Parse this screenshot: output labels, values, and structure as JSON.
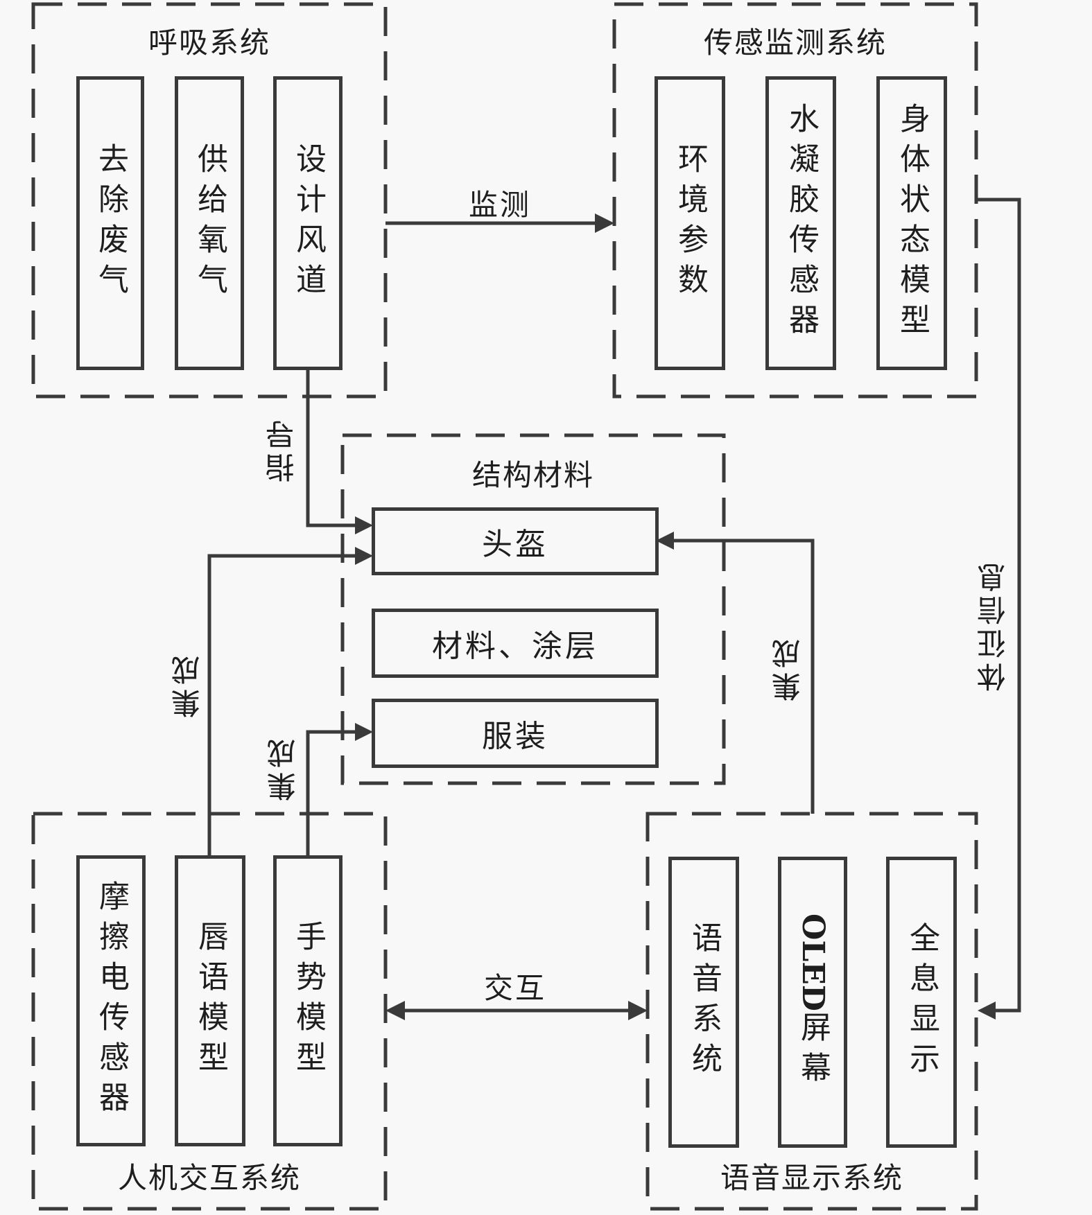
{
  "diagram": {
    "groups": {
      "respiratory": {
        "title": "呼吸系统",
        "items": [
          "去除废气",
          "供给氧气",
          "设计风道"
        ]
      },
      "sensing": {
        "title": "传感监测系统",
        "items": [
          "环境参数",
          "水凝胶传感器",
          "身体状态模型"
        ]
      },
      "structure": {
        "title": "结构材料",
        "items": [
          "头盔",
          "材料、涂层",
          "服装"
        ]
      },
      "hci": {
        "title": "人机交互系统",
        "items": [
          "摩擦电传感器",
          "唇语模型",
          "手势模型"
        ]
      },
      "voice_display": {
        "title": "语音显示系统",
        "items": [
          "语音系统",
          "OLED",
          "屏幕",
          "全息显示"
        ]
      }
    },
    "edges": {
      "monitor": "监测",
      "guide": "指导",
      "integrate_lip": "集成",
      "integrate_gesture": "集成",
      "integrate_display": "集成",
      "body_info": "体征信息",
      "interact": "交互"
    }
  }
}
